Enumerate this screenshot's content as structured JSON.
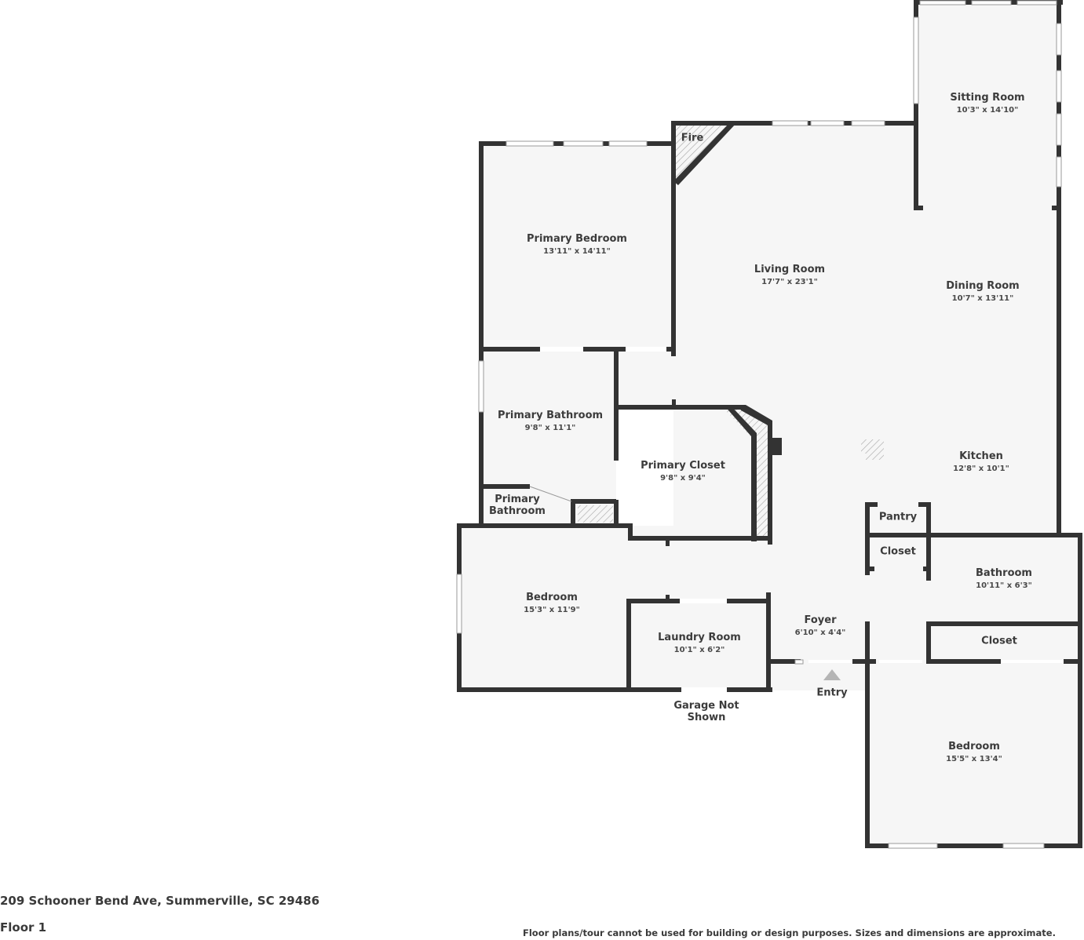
{
  "plan": {
    "address": "209 Schooner Bend Ave, Summerville, SC 29486",
    "floor": "Floor 1",
    "disclaimer": "Floor plans/tour cannot be used for building or design purposes. Sizes and dimensions are approximate.",
    "colors": {
      "wall": "#333333",
      "floor": "#f6f6f6",
      "hatch": "#b0b0b0",
      "entry_arrow": "#b5b5b5"
    },
    "rooms": [
      {
        "name": "Sitting Room",
        "dims": "10'3\" x 14'10\""
      },
      {
        "name": "Primary Bedroom",
        "dims": "13'11\" x 14'11\""
      },
      {
        "name": "Living Room",
        "dims": "17'7\" x 23'1\""
      },
      {
        "name": "Dining Room",
        "dims": "10'7\" x 13'11\""
      },
      {
        "name": "Primary Bathroom",
        "dims": "9'8\" x 11'1\""
      },
      {
        "name": "Primary Closet",
        "dims": "9'8\" x 9'4\""
      },
      {
        "name": "Kitchen",
        "dims": "12'8\" x 10'1\""
      },
      {
        "name": "Primary Bathroom",
        "dims": ""
      },
      {
        "name": "Pantry",
        "dims": ""
      },
      {
        "name": "Closet",
        "dims": ""
      },
      {
        "name": "Bathroom",
        "dims": "10'11\" x 6'3\""
      },
      {
        "name": "Bedroom",
        "dims": "15'3\" x 11'9\""
      },
      {
        "name": "Laundry Room",
        "dims": "10'1\" x 6'2\""
      },
      {
        "name": "Foyer",
        "dims": "6'10\" x 4'4\""
      },
      {
        "name": "Closet",
        "dims": ""
      },
      {
        "name": "Bedroom",
        "dims": "15'5\" x 13'4\""
      }
    ],
    "annotations": {
      "fire": "Fire",
      "entry": "Entry",
      "garage_line1": "Garage Not",
      "garage_line2": "Shown"
    }
  }
}
